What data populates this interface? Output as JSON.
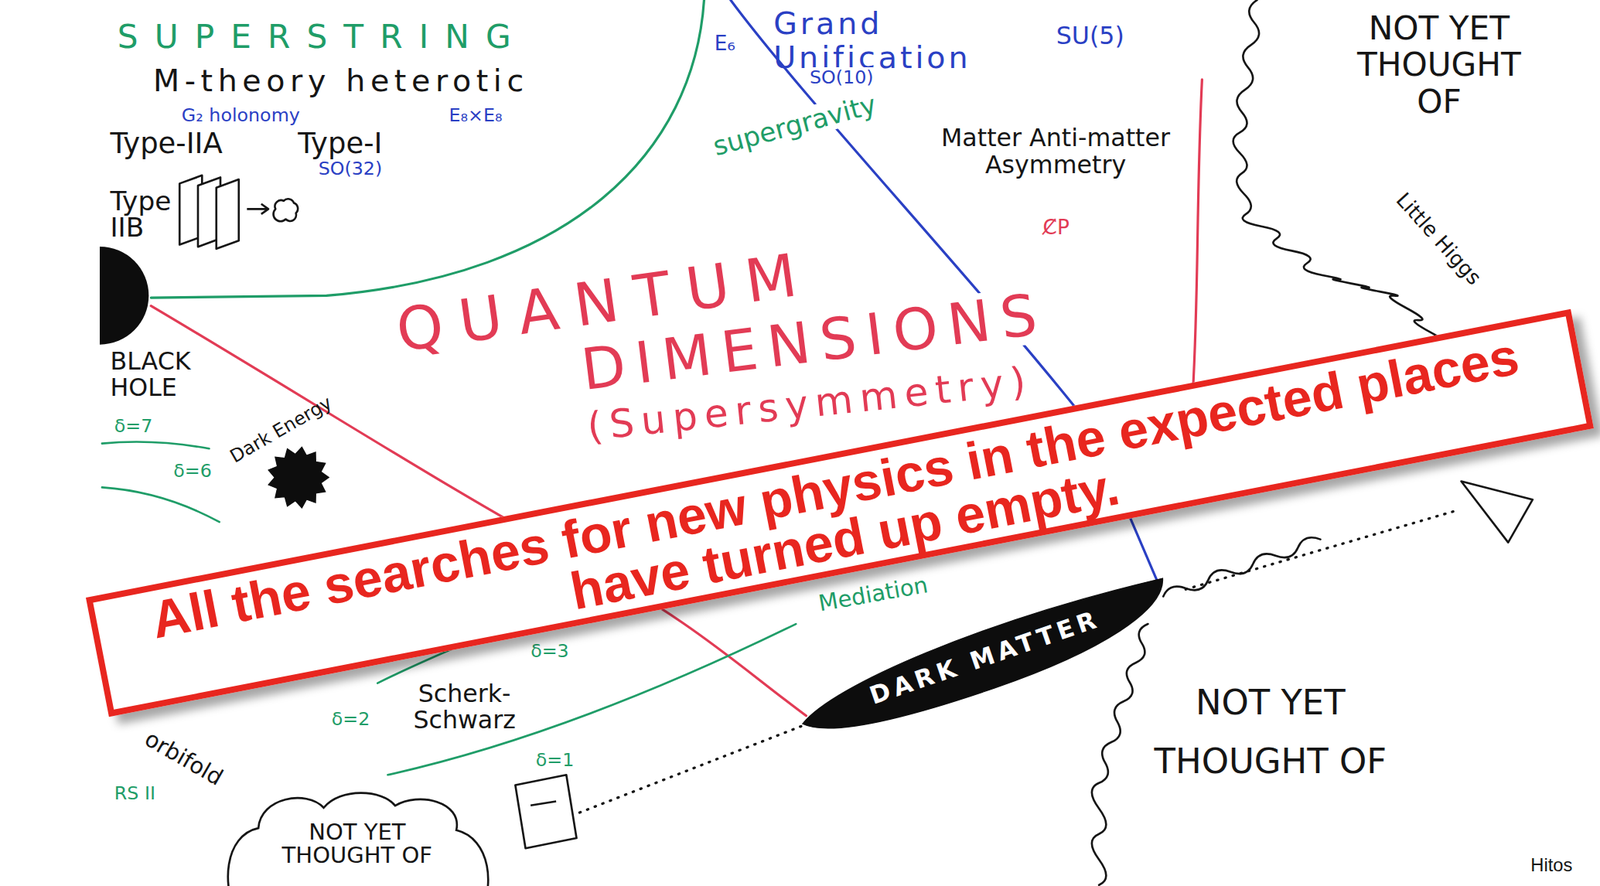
{
  "diagram": {
    "nodes": [
      {
        "text": [
          "BLACK HOLE"
        ]
      },
      {
        "text": [
          "Dark Energy"
        ]
      },
      {
        "text": [
          "All the searches for new physics in the expected places have turned up empty."
        ]
      },
      {
        "text": [
          "DARK MATTER"
        ]
      },
      {
        "text": [
          "NOT YET THOUGHT OF"
        ]
      }
    ],
    "labels": [
      "SUPERSTRING",
      "M-theory heterotic",
      "G₂ holonomy",
      "E₈×E₈",
      "Type-IIA",
      "Type-I",
      "SO(32)",
      "Type IIB",
      "E₆",
      "Grand Unification",
      "SU(5)",
      "SO(10)",
      "supergravity",
      "Matter Anti-matter Asymmetry",
      "C̸P",
      "NOT YET THOUGHT OF",
      "Little Higgs",
      "QUANTUM",
      "DIMENSIONS",
      "(Supersymmetry)",
      "δ=7",
      "δ=6",
      "δ=3",
      "Mediation",
      "Scherk-Schwarz",
      "δ=2",
      "orbifold",
      "δ=1",
      "RS II",
      "NOT YET THOUGHT OF",
      "Hitos"
    ]
  }
}
